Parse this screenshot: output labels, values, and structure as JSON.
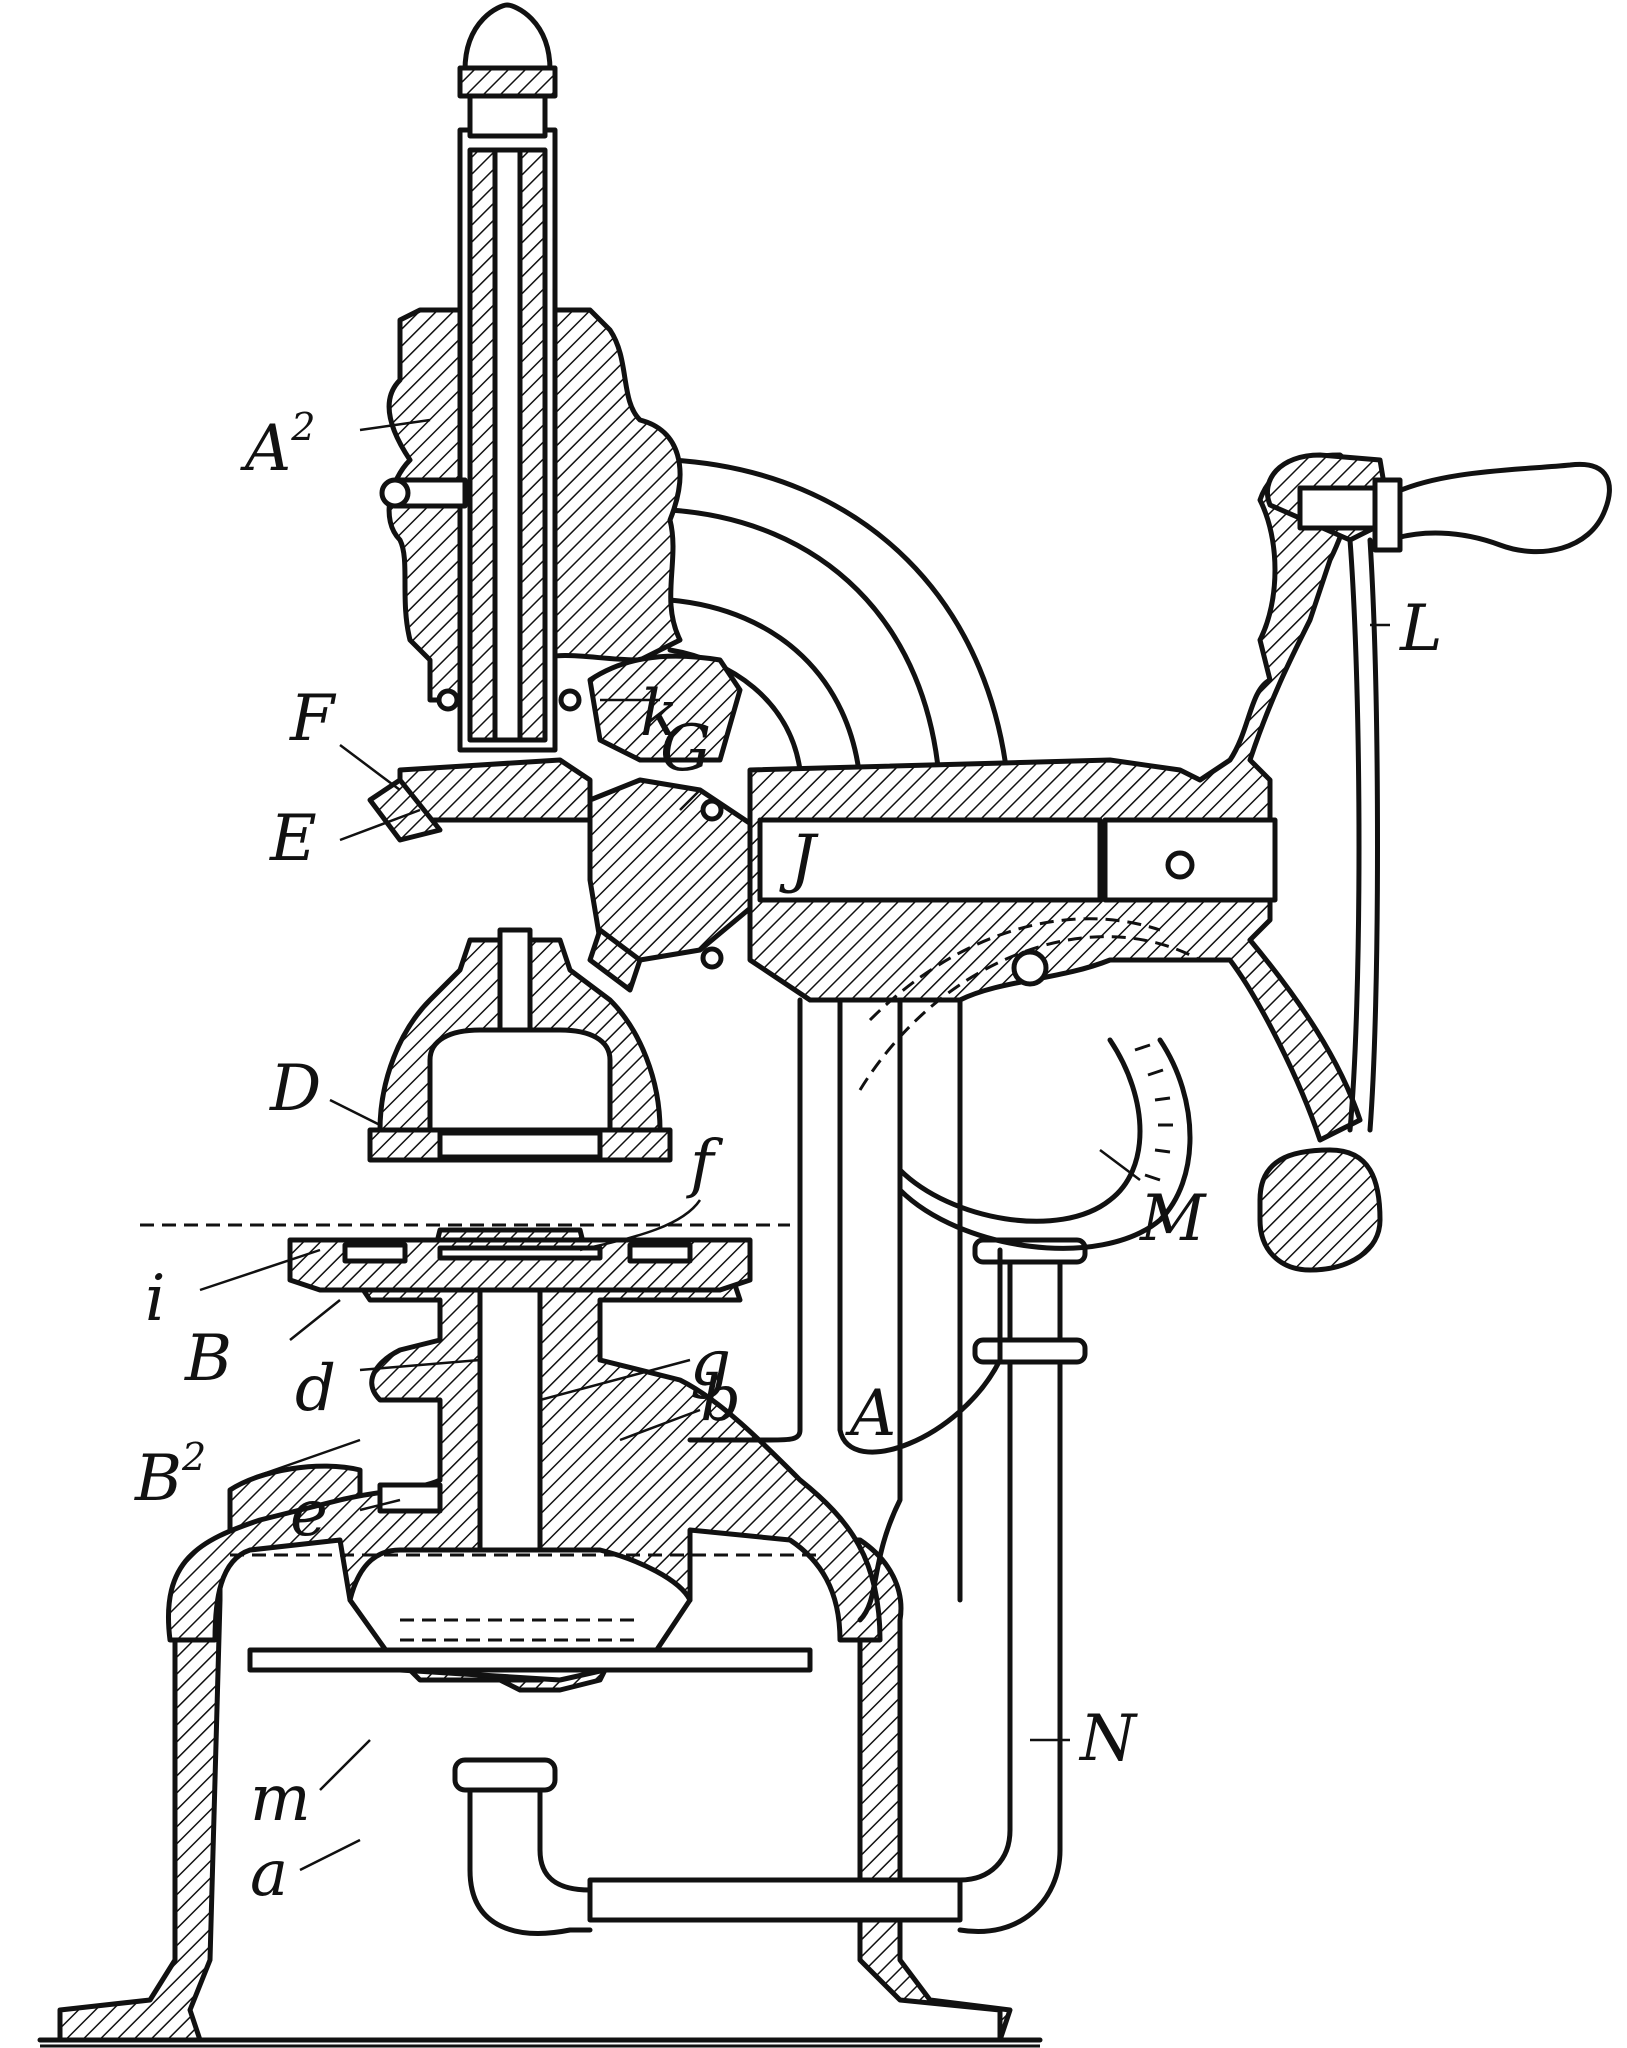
{
  "figure": {
    "labels": {
      "A2": {
        "text": "A",
        "sup": "2"
      },
      "k": "k",
      "F": "F",
      "G": "G",
      "E": "E",
      "J": "J",
      "L": "L",
      "D": "D",
      "f": "f",
      "M": "M",
      "i": "i",
      "B": "B",
      "d": "d",
      "g": "g",
      "b": "b",
      "A": "A",
      "B2": {
        "text": "B",
        "sup": "2"
      },
      "e": "e",
      "N": "N",
      "m": "m",
      "a": "a"
    },
    "colors": {
      "ink": "#111111",
      "paper": "#ffffff"
    }
  }
}
